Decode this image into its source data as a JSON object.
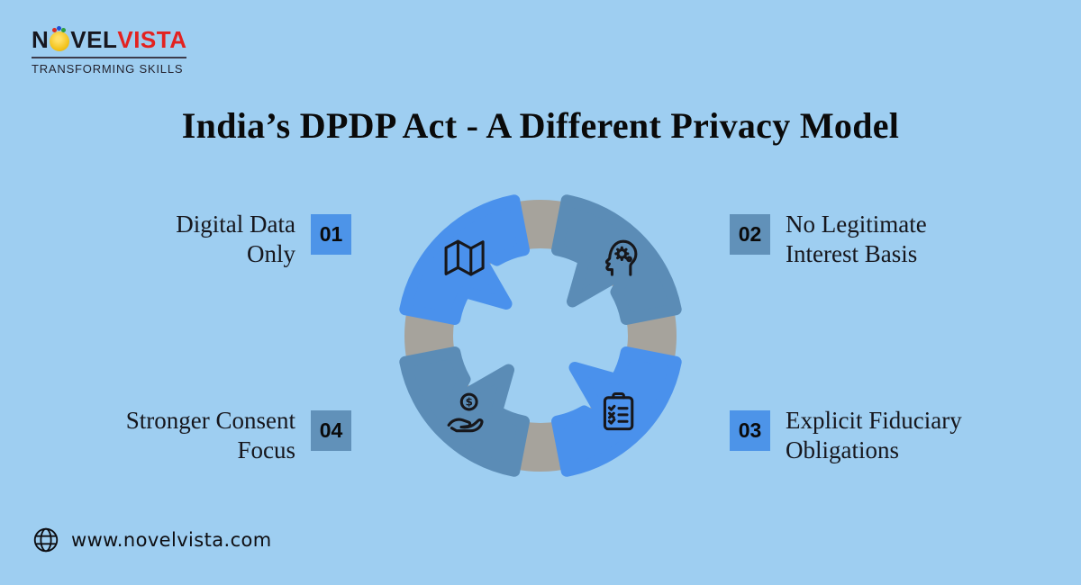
{
  "brand": {
    "name_part1": "N",
    "name_part2": "VEL",
    "name_part3": "VISTA",
    "name_color_accent": "#e32220",
    "tagline": "TRANSFORMING SKILLS"
  },
  "title": "India’s DPDP Act - A Different Privacy Model",
  "diagram": {
    "colors": {
      "background": "#9ecef1",
      "segment_bright": "#4a91ec",
      "segment_steel": "#5b8cb6",
      "ring": "#a6a39c",
      "icon_stroke": "#17171b"
    },
    "items": [
      {
        "number": "01",
        "label": "Digital Data\nOnly",
        "icon": "map-icon",
        "badge_color": "#4d94e8"
      },
      {
        "number": "02",
        "label": "No Legitimate\nInterest Basis",
        "icon": "mind-circuit-icon",
        "badge_color": "#6191b9"
      },
      {
        "number": "03",
        "label": "Explicit Fiduciary\nObligations",
        "icon": "checklist-clipboard-icon",
        "badge_color": "#4d94e8"
      },
      {
        "number": "04",
        "label": "Stronger Consent\nFocus",
        "icon": "hand-coin-icon",
        "badge_color": "#6191b9"
      }
    ]
  },
  "footer": {
    "website": "www.novelvista.com"
  }
}
